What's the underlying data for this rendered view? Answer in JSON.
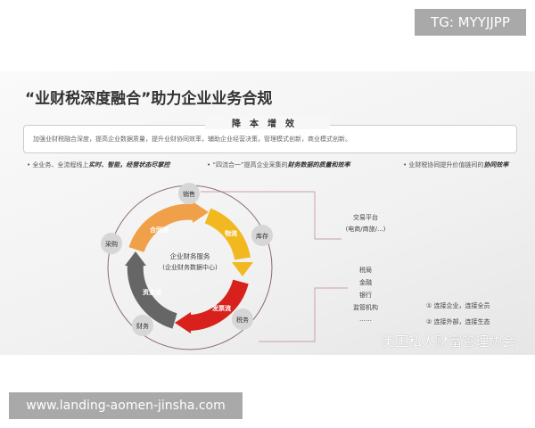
{
  "tg_label": "TG: MYYJJPP",
  "footer_url": "www.landing-aomen-jinsha.com",
  "slide": {
    "title": "“业财税深度融合”助力企业业务合规",
    "box_heading": "降本增效",
    "box_text": "加强业财税融合深度，提高企业数据质量，提升业财协同效率，辅助企业经营决策，管理模式创新，商业模式创新。",
    "bullets": [
      {
        "plain": "全业务、全流程线上",
        "bold": "实时、智能，经营状态尽掌控"
      },
      {
        "plain": "“四流合一”提高企业采集的",
        "bold": "财务数据的质量和效率"
      },
      {
        "plain": "业财税协同提升价值链间的",
        "bold": "协同效率"
      }
    ],
    "center": [
      "企业财务服务",
      "(企业财务数据中心)"
    ],
    "nodes": [
      "销售",
      "库存",
      "税务",
      "财务",
      "采购"
    ],
    "flows": [
      "合同流",
      "物流",
      "发票流",
      "资金流"
    ],
    "right_top": [
      "交易平台",
      "(电商/商旅/...)"
    ],
    "right_list": [
      "税局",
      "金融",
      "银行",
      "监管机构",
      "……"
    ],
    "notes": [
      "① 连接企业，连接全员",
      "② 连接外部，连接生态"
    ],
    "watermark": "美国私人财富管理协会"
  },
  "colors": {
    "orange": "#f0a048",
    "yellow": "#f2b820",
    "red": "#d8201c",
    "gray": "#666666",
    "line": "#c9a0a8"
  }
}
